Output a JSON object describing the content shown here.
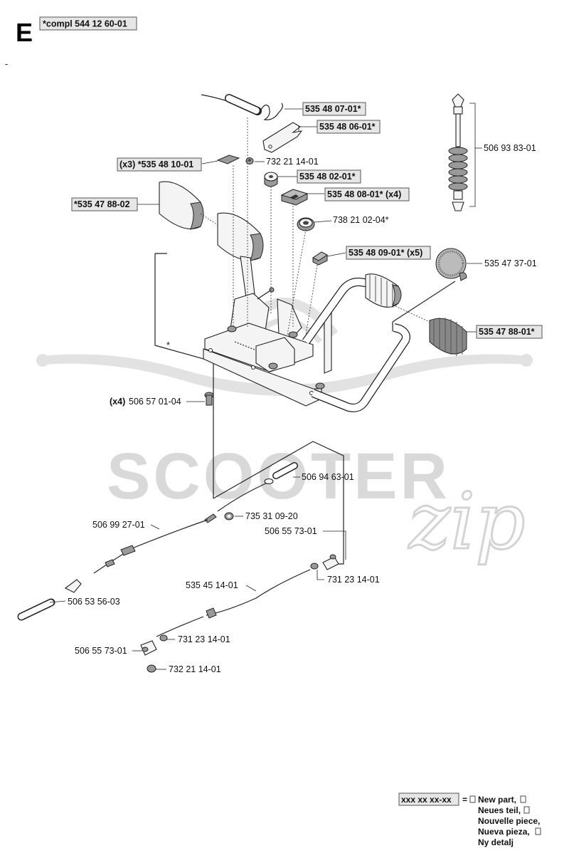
{
  "section": "E",
  "header_note": "*compl 544 12 60-01",
  "stray_mark": "-",
  "watermark": {
    "word": "SCOOTER",
    "script": "zip"
  },
  "asterisk_mark": "*",
  "callouts": {
    "p1": "535 48 07-01*",
    "p2": "535 48 06-01*",
    "p3": "732 21 14-01",
    "p4": "(x3) *535 48 10-01",
    "p5": "535 48 02-01*",
    "p6": "535 48 08-01* (x4)",
    "p7": "*535 47 88-02",
    "p8": "738 21 02-04*",
    "p9": "535 48 09-01* (x5)",
    "p10": "506 93 83-01",
    "p11": "535 47 37-01",
    "p12": "535 47 88-01*",
    "p13_qty": "(x4)",
    "p13": "506 57 01-04",
    "p14": "506 94 63-01",
    "p15": "735 31 09-20",
    "p16": "506 99 27-01",
    "p17": "506 55 73-01",
    "p18": "731 23 14-01",
    "p19": "535 45 14-01",
    "p20": "506 53 56-03",
    "p21": "731 23 14-01",
    "p22": "506 55 73-01",
    "p23": "732 21 14-01"
  },
  "legend": {
    "code": "xxx xx xx-xx",
    "equals": "=",
    "lines": [
      "New part,",
      "Neues teil,",
      "Nouvelle piece,",
      "Nueva pieza,",
      "Ny detalj"
    ]
  },
  "colors": {
    "label_box": "#e6e6e6",
    "watermark": "#d9d9d9"
  }
}
